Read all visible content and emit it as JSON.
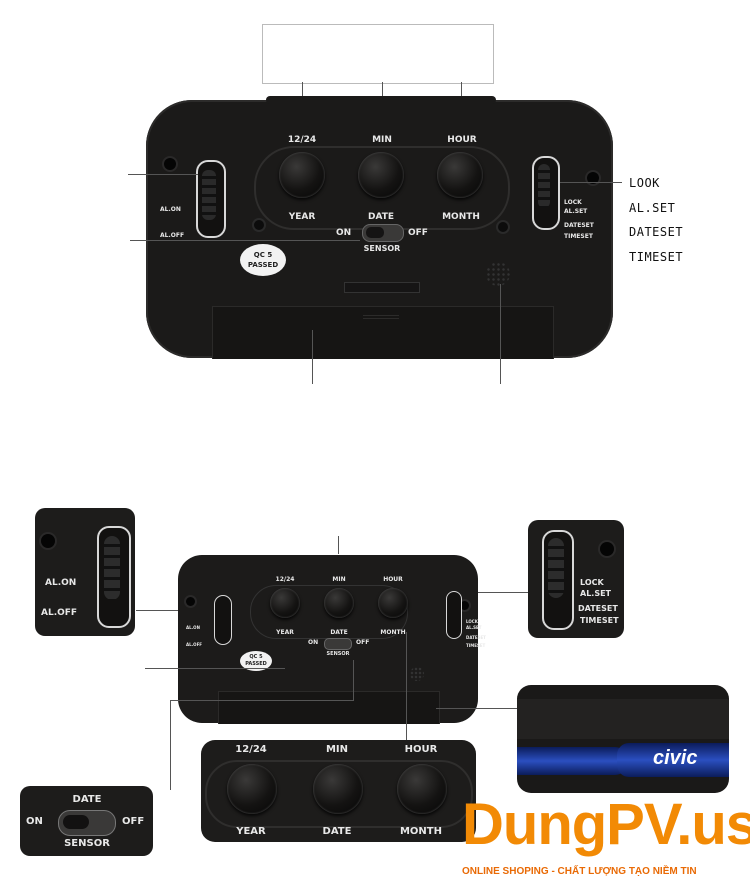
{
  "clock_top": {
    "buttons": {
      "top": [
        "12/24",
        "MIN",
        "HOUR"
      ],
      "bottom": [
        "YEAR",
        "DATE",
        "MONTH"
      ]
    },
    "alarm_switch": [
      "AL.ON",
      "AL.OFF"
    ],
    "set_switch": [
      "LOCK",
      "AL.SET",
      "DATESET",
      "TIMESET"
    ],
    "sensor": {
      "on": "ON",
      "off": "OFF",
      "label": "SENSOR"
    },
    "qc_sticker": [
      "QC 5",
      "PASSED"
    ]
  },
  "callouts": [
    "LOOK",
    "AL.SET",
    "DATESET",
    "TIMESET"
  ],
  "detail_alarm": [
    "AL.ON",
    "AL.OFF"
  ],
  "detail_set": [
    "LOCK",
    "AL.SET",
    "DATESET",
    "TIMESET"
  ],
  "detail_buttons": {
    "top": [
      "12/24",
      "MIN",
      "HOUR"
    ],
    "bottom": [
      "YEAR",
      "DATE",
      "MONTH"
    ]
  },
  "detail_sensor": {
    "top": "DATE",
    "on": "ON",
    "off": "OFF",
    "bottom": "SENSOR"
  },
  "battery_brand": "civic",
  "watermark": {
    "brand": "DungPV.us",
    "tagline": "ONLINE SHOPING - CHẤT LƯỢNG TẠO NIỀM TIN"
  }
}
